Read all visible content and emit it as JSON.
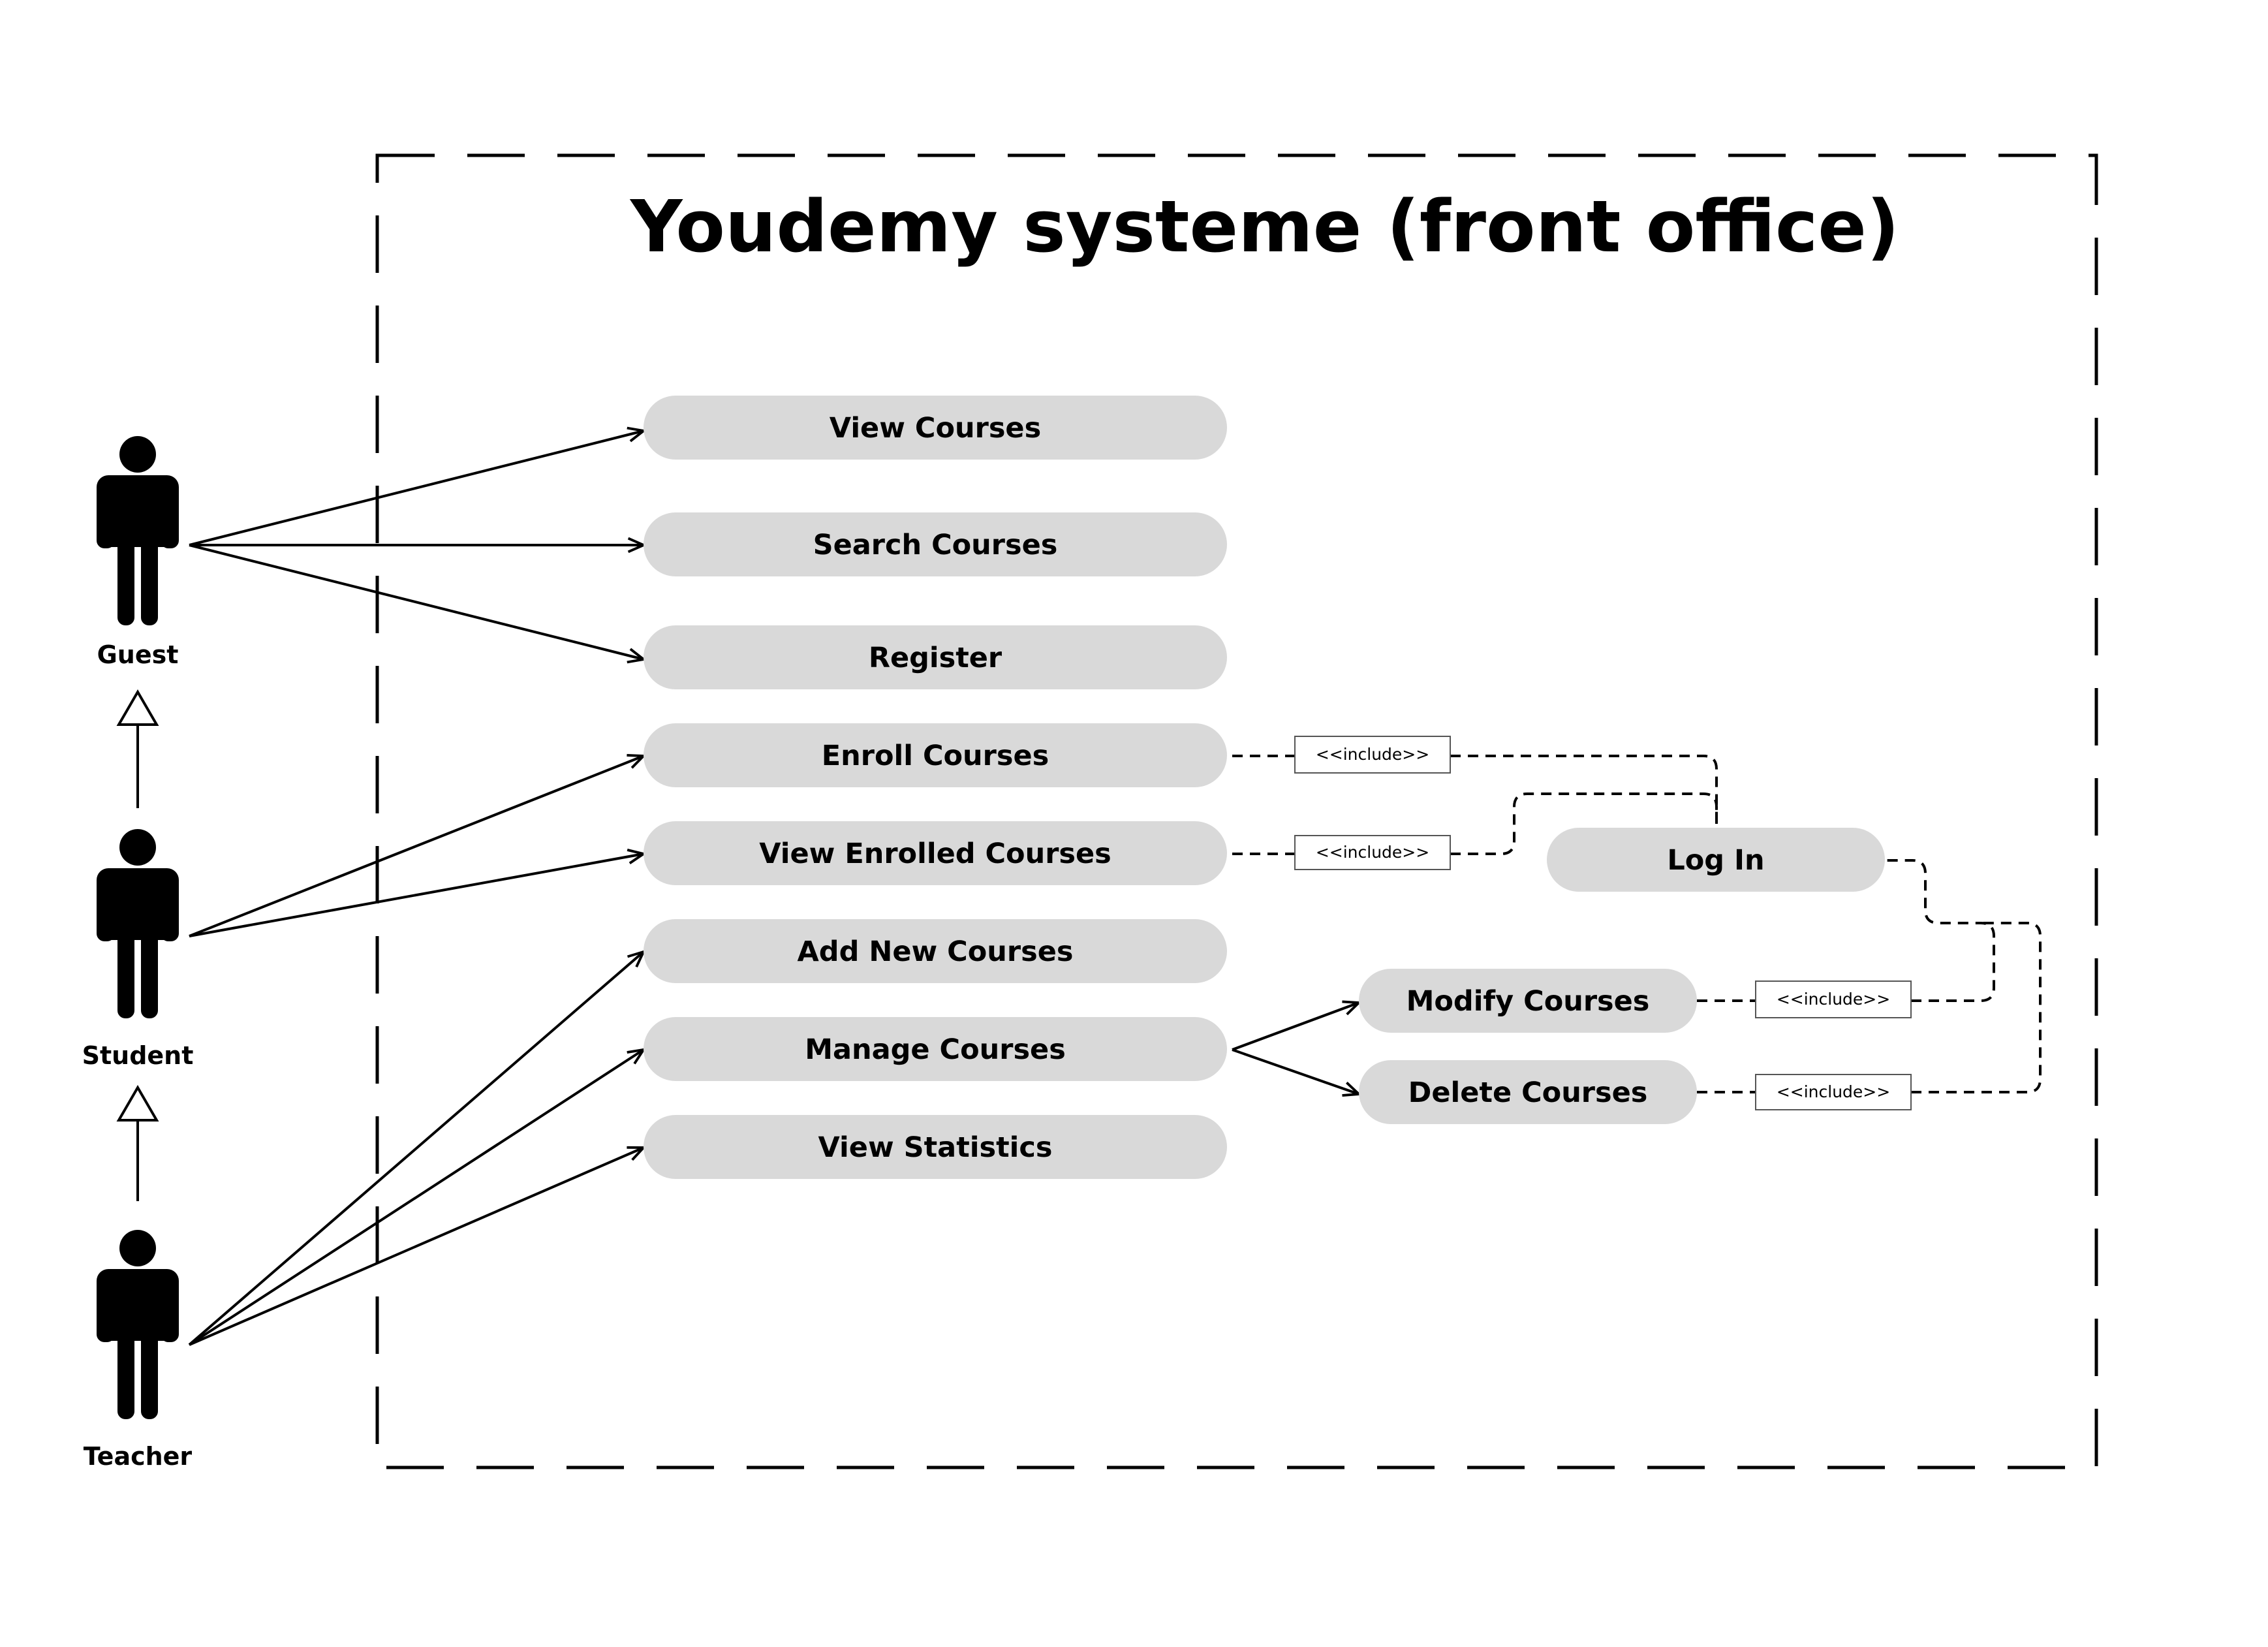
{
  "system": {
    "title": "Youdemy systeme (front office)"
  },
  "actors": {
    "guest": "Guest",
    "student": "Student",
    "teacher": "Teacher"
  },
  "use_cases": {
    "view_courses": "View Courses",
    "search_courses": "Search Courses",
    "register": "Register",
    "enroll_courses": "Enroll Courses",
    "view_enrolled_courses": "View Enrolled Courses",
    "add_new_courses": "Add New Courses",
    "manage_courses": "Manage Courses",
    "view_statistics": "View Statistics",
    "log_in": "Log In",
    "modify_courses": "Modify Courses",
    "delete_courses": "Delete Courses"
  },
  "stereotypes": {
    "include": "<<include>>"
  }
}
